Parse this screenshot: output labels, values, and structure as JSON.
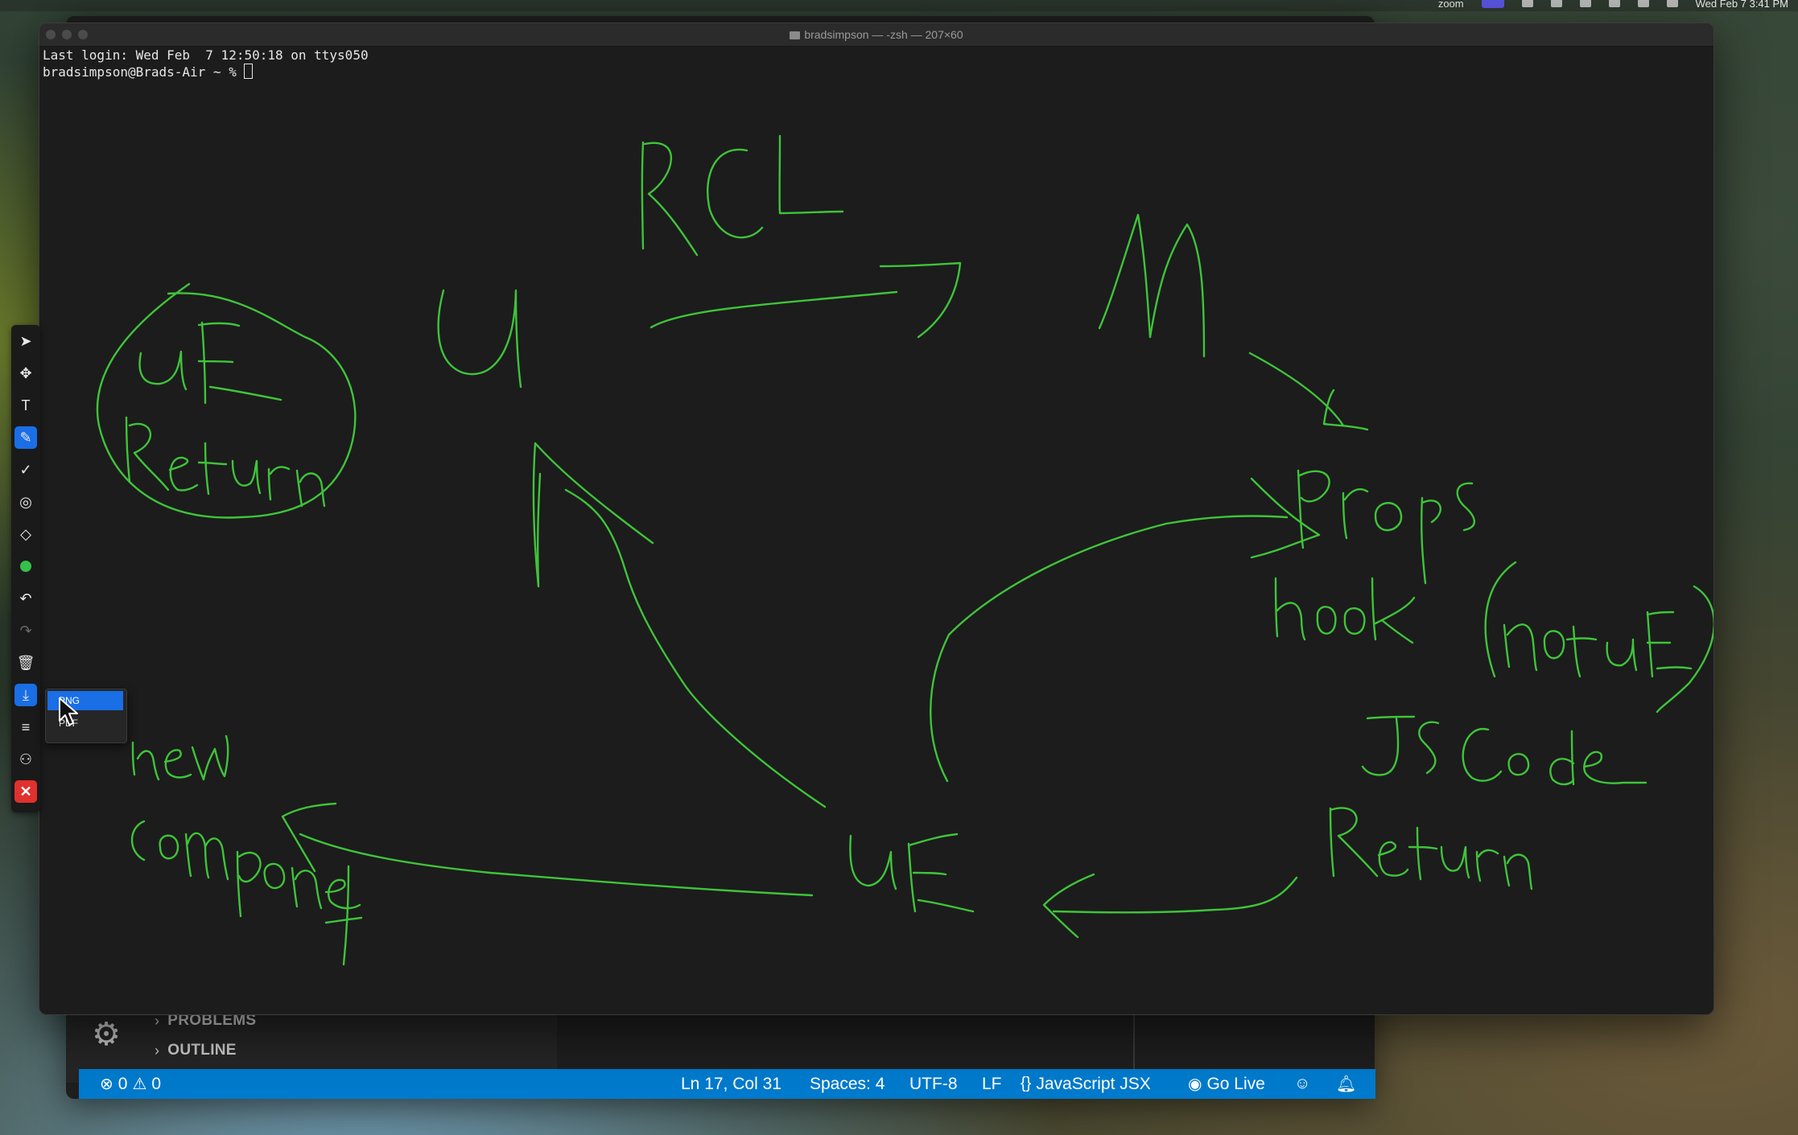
{
  "menubar": {
    "app_name": "zoom",
    "datetime": "Wed Feb 7  3:41 PM"
  },
  "terminal": {
    "title": "bradsimpson — -zsh — 207×60",
    "line1": "Last login: Wed Feb  7 12:50:18 on ttys050",
    "prompt": "bradsimpson@Brads-Air ~ % "
  },
  "drawing": {
    "ink_color": "#3fc43a",
    "words": [
      "RCL",
      "M",
      "u",
      "uE",
      "Return",
      "props",
      "hook",
      "not uE",
      "JS Code",
      "Return",
      "uE",
      "new",
      "componet"
    ]
  },
  "annotation_toolbar": {
    "tools": [
      "pointer-icon",
      "move-icon",
      "text-icon",
      "pen-icon",
      "check-icon",
      "spotlight-icon",
      "eraser-icon",
      "color-icon",
      "undo-icon",
      "redo-icon",
      "trash-icon",
      "save-icon",
      "menu-icon",
      "annotator-icon",
      "close-icon"
    ],
    "active_tool": "pen",
    "color": "#35c04a"
  },
  "save_menu": {
    "options": [
      "PNG",
      "PDF"
    ],
    "selected": "PNG"
  },
  "vscode": {
    "sections": [
      {
        "label": "PROBLEMS"
      },
      {
        "label": "OUTLINE"
      }
    ],
    "statusbar": {
      "errors": "0",
      "warnings": "0",
      "cursor": "Ln 17, Col 31",
      "spaces": "Spaces: 4",
      "encoding": "UTF-8",
      "eol": "LF",
      "language": "JavaScript JSX",
      "go_live": "Go Live"
    }
  }
}
